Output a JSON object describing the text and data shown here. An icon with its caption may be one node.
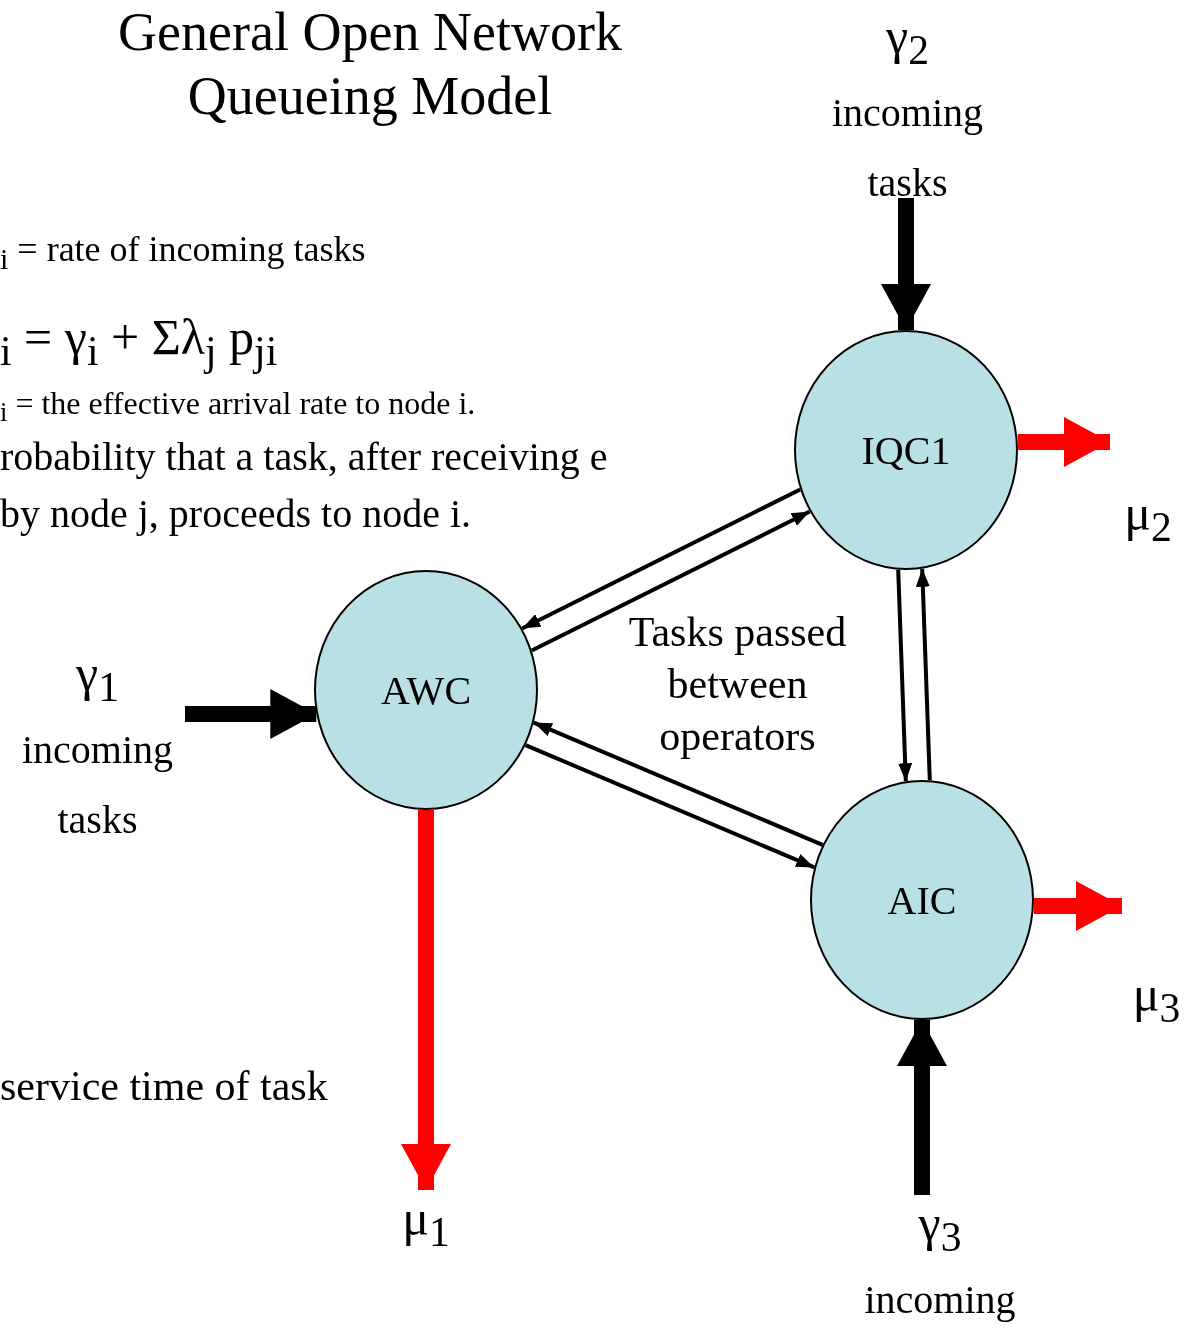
{
  "diagram": {
    "title": "General Open Network Queueing Model",
    "nodes": [
      {
        "text": [
          "AWC"
        ]
      },
      {
        "text": [
          "IQC1"
        ]
      },
      {
        "text": [
          "AIC"
        ]
      },
      {
        "text": [
          "γ$_{1}$",
          "incoming tasks"
        ]
      },
      {
        "text": [
          "γ$_{2}$",
          "incoming tasks"
        ]
      },
      {
        "text": [
          "γ$_{3}$",
          "incoming"
        ]
      },
      {
        "text": [
          "μ$_{1}$"
        ]
      },
      {
        "text": [
          "μ$_{2}$"
        ]
      },
      {
        "text": [
          "μ$_{3}$"
        ]
      }
    ],
    "edges": [
      {
        "from": 3,
        "to": 0,
        "arrow": "to",
        "style": "thick"
      },
      {
        "from": 4,
        "to": 1,
        "arrow": "to",
        "style": "thick"
      },
      {
        "from": 5,
        "to": 2,
        "arrow": "to",
        "style": "thick"
      },
      {
        "from": 0,
        "to": 6,
        "arrow": "to",
        "style": "thick",
        "color": "#ff0000"
      },
      {
        "from": 1,
        "to": 7,
        "arrow": "to",
        "style": "thick",
        "color": "#ff0000"
      },
      {
        "from": 2,
        "to": 8,
        "arrow": "to",
        "style": "thick",
        "color": "#ff0000"
      },
      {
        "from": 0,
        "to": 1,
        "arrow": "to"
      },
      {
        "from": 1,
        "to": 0,
        "arrow": "to"
      },
      {
        "from": 1,
        "to": 2,
        "arrow": "to"
      },
      {
        "from": 2,
        "to": 1,
        "arrow": "to"
      },
      {
        "from": 0,
        "to": 2,
        "arrow": "to"
      },
      {
        "from": 2,
        "to": 0,
        "arrow": "to"
      }
    ],
    "labels": [
      "$_{i}$ = rate of incoming tasks",
      "$_{i}$ = γ$_{i}$ + Σλ$_{j}$ p$_{ji}$",
      "$_{i}$ = the effective arrival rate to node i.",
      "robability that a task, after receiving e by node j, proceeds to node i.",
      "Tasks passed between operators",
      "service time of task"
    ]
  }
}
